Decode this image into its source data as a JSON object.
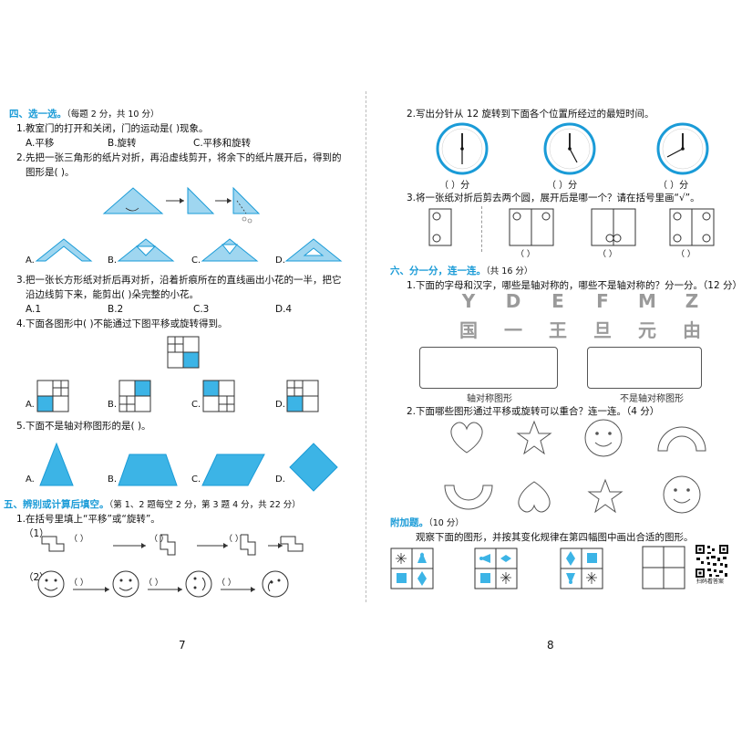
{
  "left": {
    "s4_title": "四、选一选。",
    "s4_note": "（每题 2 分，共 10 分）",
    "q1": "1.教室门的打开和关闭，门的运动是(      )现象。",
    "q1_opts": [
      "A.平移",
      "B.旋转",
      "C.平移和旋转"
    ],
    "q2_line1": "2.先把一张三角形的纸片对折，再沿虚线剪开，将余下的纸片展开后，得到的",
    "q2_line2": "图形是(      )。",
    "q2_opts": [
      "A.",
      "B.",
      "C.",
      "D."
    ],
    "q3_line1": "3.把一张长方形纸对折后再对折，沿着折痕所在的直线画出小花的一半，把它",
    "q3_line2": "沿边线剪下来，能剪出(      )朵完整的小花。",
    "q3_opts": [
      "A.1",
      "B.2",
      "C.3",
      "D.4"
    ],
    "q4": "4.下面各图形中(      )不能通过下图平移或旋转得到。",
    "q4_opts": [
      "A.",
      "B.",
      "C.",
      "D."
    ],
    "q5": "5.下面不是轴对称图形的是(      )。",
    "q5_opts": [
      "A.",
      "B.",
      "C.",
      "D."
    ],
    "s5_title": "五、辨别或计算后填空。",
    "s5_note": "（第 1、2 题每空 2 分，第 3 题 4 分，共 22 分）",
    "s5_q1": "1.在括号里填上“平移”或“旋转”。",
    "s5_sub1": "（1）",
    "s5_sub2": "（2）",
    "paren": "（        ）",
    "page": "7"
  },
  "right": {
    "q2": "2.写出分针从 12 旋转到下面各个位置所经过的最短时间。",
    "clock_label": "（        ）分",
    "q3": "3.将一张纸对折后剪去两个圆，展开后是哪一个？请在括号里画“√”。",
    "paren_small": "（      ）",
    "s6_title": "六、分一分，连一连。",
    "s6_note": "（共 16 分）",
    "s6_q1": "1.下面的字母和汉字，哪些是轴对称的，哪些不是轴对称的？分一分。（12 分）",
    "letters": [
      "Y",
      "D",
      "E",
      "F",
      "M",
      "Z"
    ],
    "hanzi": [
      "国",
      "一",
      "王",
      "旦",
      "元",
      "由"
    ],
    "box1_caption": "轴对称图形",
    "box2_caption": "不是轴对称图形",
    "s6_q2": "2.下面哪些图形通过平移或旋转可以重合？连一连。（4 分）",
    "bonus_title": "附加题。",
    "bonus_note": "（10 分）",
    "bonus_q": "观察下面的图形，并按其变化规律在第四幅图中画出合适的图形。",
    "qr_caption": "扫码看答案",
    "page": "8"
  },
  "colors": {
    "accent": "#1a9bd7",
    "fill": "#3cb4e6",
    "fill_light": "#9fd6f0"
  }
}
